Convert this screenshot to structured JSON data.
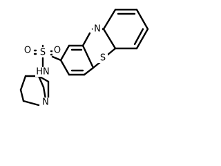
{
  "structure": {
    "atoms": {
      "n_ring": "N",
      "s_ring": "S",
      "o_top": "O",
      "s_sulfonyl": "S",
      "o_right": "O",
      "nh": "HN",
      "n_bicyclic": "N"
    }
  }
}
